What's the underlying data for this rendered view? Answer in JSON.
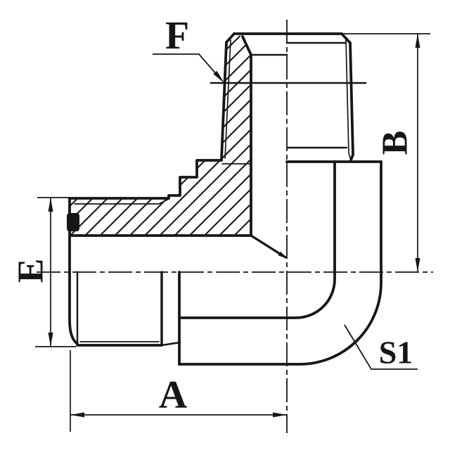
{
  "drawing": {
    "kind": "technical-drawing",
    "subject": "90-degree male elbow hydraulic fitting, half-section view",
    "colors": {
      "background": "#ffffff",
      "line": "#161616"
    },
    "labels": {
      "f": "F",
      "b": "B",
      "e": "E",
      "a": "A",
      "s1": "S1"
    }
  }
}
